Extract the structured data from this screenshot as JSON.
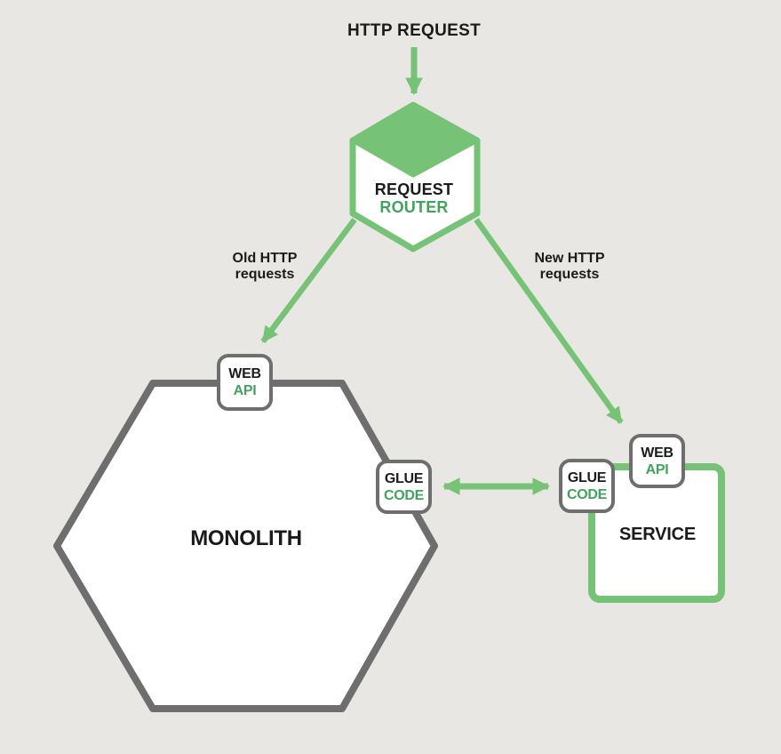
{
  "colors": {
    "background": "#e9e7e4",
    "green": "#76c276",
    "green_text": "#42a25f",
    "gray": "#6e6e6e",
    "text": "#1b1b1b",
    "white": "#ffffff"
  },
  "title": "HTTP REQUEST",
  "router": {
    "line1": "REQUEST",
    "line2": "ROUTER"
  },
  "edges": {
    "old": {
      "line1": "Old HTTP",
      "line2": "requests"
    },
    "new": {
      "line1": "New HTTP",
      "line2": "requests"
    }
  },
  "monolith": {
    "label": "MONOLITH",
    "web_api": {
      "line1": "WEB",
      "line2": "API"
    },
    "glue": {
      "line1": "GLUE",
      "line2": "CODE"
    }
  },
  "service": {
    "label": "SERVICE",
    "web_api": {
      "line1": "WEB",
      "line2": "API"
    },
    "glue": {
      "line1": "GLUE",
      "line2": "CODE"
    }
  },
  "icons": {
    "router_shape": "hexagon-cube-icon",
    "monolith_shape": "hexagon",
    "service_shape": "rounded-square"
  }
}
